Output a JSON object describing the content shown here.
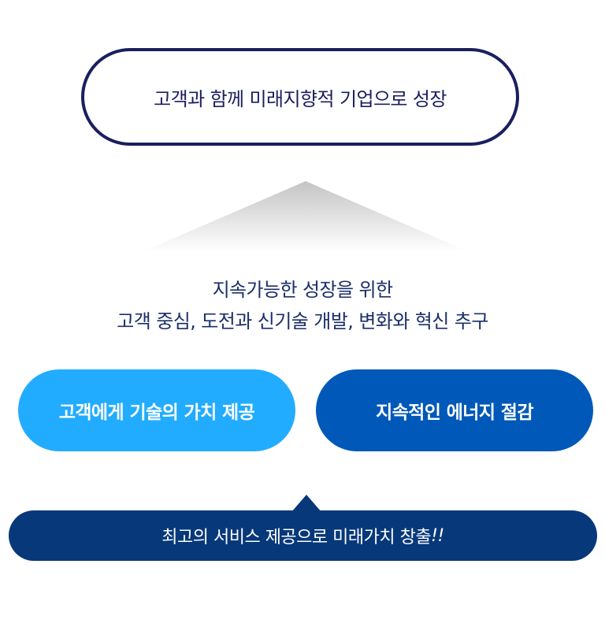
{
  "vision": {
    "text": "고객과 함께 미래지향적 기업으로 성장"
  },
  "mission": {
    "line1": "지속가능한 성장을 위한",
    "line2": "고객 중심, 도전과 신기술 개발, 변화와 혁신 추구"
  },
  "values": {
    "left": "고객에게 기술의 가치 제공",
    "right": "지속적인 에너지 절감"
  },
  "goal": {
    "text": "최고의 서비스 제공으로 미래가치 창출",
    "emphasis": "!!"
  },
  "colors": {
    "navy_border": "#1b1f5e",
    "mission_text": "#1b2f6a",
    "light_blue": "#22acff",
    "mid_blue": "#0059b8",
    "dark_navy": "#07387a"
  }
}
